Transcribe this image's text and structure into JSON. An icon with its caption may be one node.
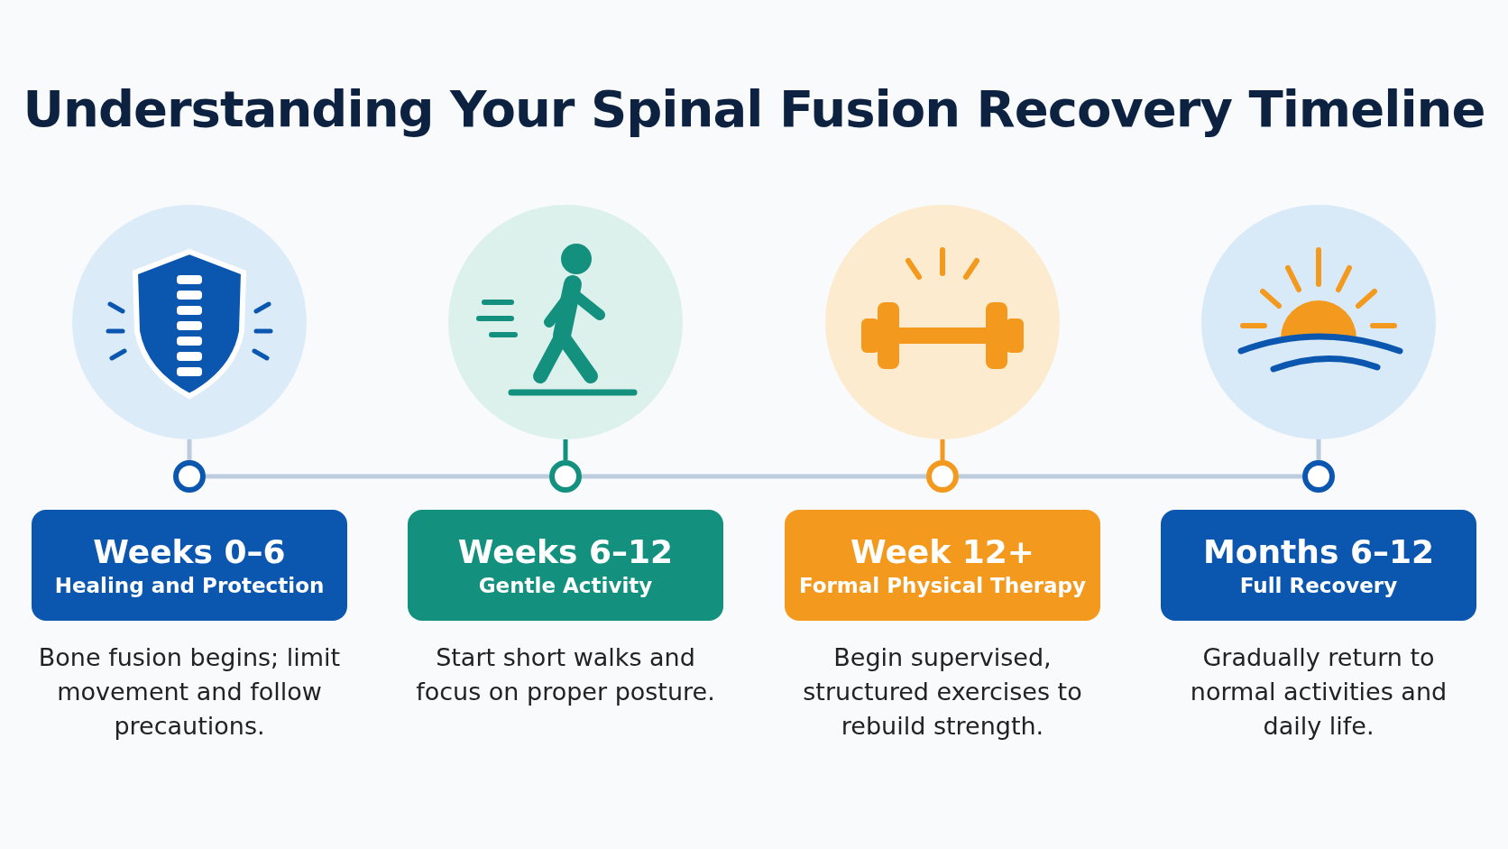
{
  "diagram": {
    "title": "Understanding Your Spinal Fusion Recovery Timeline",
    "nodes": [
      {
        "text": [],
        "shape": "circle"
      },
      {
        "text": [],
        "shape": "circle"
      },
      {
        "text": [],
        "shape": "circle"
      },
      {
        "text": [],
        "shape": "circle"
      },
      {
        "text": [],
        "shape": "circle"
      },
      {
        "text": [],
        "shape": "circle"
      },
      {
        "text": [],
        "shape": "circle"
      },
      {
        "text": [],
        "shape": "circle"
      },
      {
        "text": [
          "Weeks 0–6",
          "Healing and Protection"
        ],
        "beside": [
          "Bone fusion begins; limit movement and follow precautions."
        ]
      },
      {
        "text": [
          "Weeks 6–12",
          "Gentle Activity"
        ],
        "beside": [
          "Start short walks and focus on proper posture."
        ]
      },
      {
        "text": [
          "Week 12+",
          "Formal Physical Therapy"
        ],
        "beside": [
          "Begin supervised, structured exercises to rebuild strength."
        ]
      },
      {
        "text": [
          "Months 6–12",
          "Full Recovery"
        ],
        "beside": [
          "Gradually return to normal activities and daily life."
        ]
      }
    ],
    "edges": [
      {
        "from": 0,
        "to": 4,
        "arrow": "none"
      },
      {
        "from": 1,
        "to": 5,
        "arrow": "none",
        "color": "#13907e"
      },
      {
        "from": 2,
        "to": 6,
        "arrow": "none",
        "color": "#f39a1e"
      },
      {
        "from": 3,
        "to": 7,
        "arrow": "none"
      },
      {
        "from": 4,
        "to": 5,
        "arrow": "none"
      },
      {
        "from": 5,
        "to": 6,
        "arrow": "none"
      },
      {
        "from": 6,
        "to": 7,
        "arrow": "none"
      }
    ]
  }
}
